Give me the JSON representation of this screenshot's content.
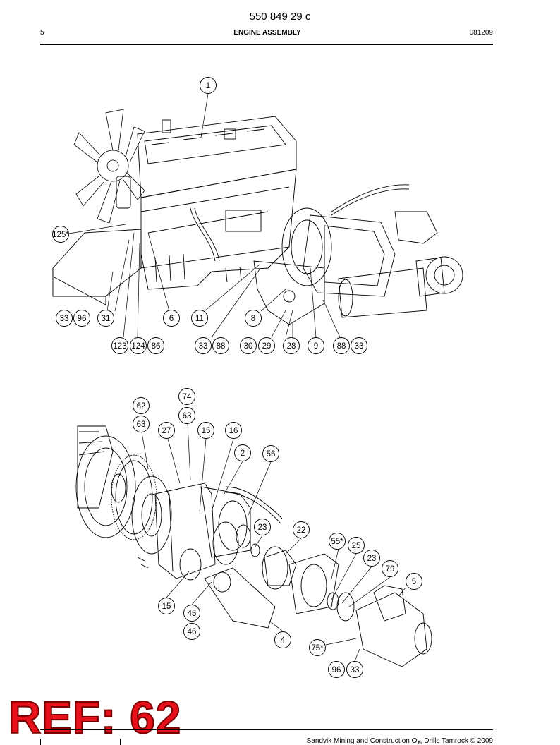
{
  "header": {
    "doc_number": "550 849 29 c",
    "page_number": "5",
    "title": "ENGINE ASSEMBLY",
    "date_code": "081209"
  },
  "top_assembly": {
    "callouts": [
      "1",
      "125*",
      "33",
      "96",
      "31",
      "6",
      "11",
      "8",
      "123",
      "124",
      "86",
      "33",
      "88",
      "30",
      "29",
      "28",
      "9",
      "88",
      "33"
    ]
  },
  "bottom_assembly": {
    "callouts": [
      "74",
      "62",
      "63",
      "63",
      "27",
      "15",
      "16",
      "2",
      "56",
      "23",
      "22",
      "55*",
      "25",
      "23",
      "79",
      "5",
      "15",
      "45",
      "46",
      "4",
      "75*",
      "96",
      "33"
    ]
  },
  "stamp": {
    "text": "REF: 62",
    "color": "#e8101a"
  },
  "footer": {
    "text": "Sandvik Mining and Construction Oy, Drills Tamrock © 2009"
  }
}
